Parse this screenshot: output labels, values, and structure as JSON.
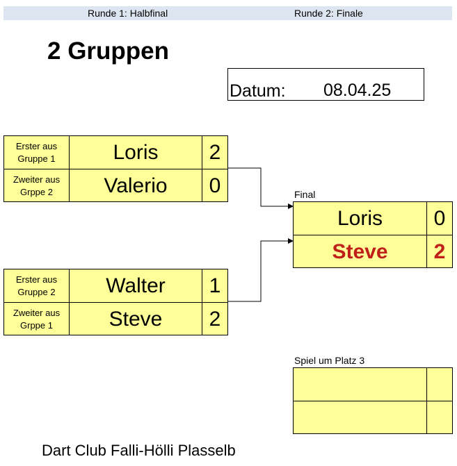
{
  "header": {
    "round1": "Runde 1:  Halbfinal",
    "round2": "Runde 2: Finale"
  },
  "title": "2 Gruppen",
  "date": {
    "label": "Datum:",
    "value": "08.04.25"
  },
  "semifinal1": {
    "player1": {
      "seed": "Erster aus\nGruppe 1",
      "name": "Loris",
      "score": "2"
    },
    "player2": {
      "seed": "Zweiter aus\nGrppe 2",
      "name": "Valerio",
      "score": "0"
    }
  },
  "semifinal2": {
    "player1": {
      "seed": "Erster aus\nGruppe 2",
      "name": "Walter",
      "score": "1"
    },
    "player2": {
      "seed": "Zweiter aus\nGrppe 1",
      "name": "Steve",
      "score": "2"
    }
  },
  "final": {
    "label": "Final",
    "player1": {
      "name": "Loris",
      "score": "0"
    },
    "player2": {
      "name": "Steve",
      "score": "2"
    },
    "winner_color": "#c0201a"
  },
  "third_place": {
    "label": "Spiel um Platz 3",
    "player1": {
      "name": "",
      "score": ""
    },
    "player2": {
      "name": "",
      "score": ""
    }
  },
  "colors": {
    "match_fill": "#ffff99",
    "header_fill": "#dde6f0"
  },
  "footer": "Dart Club Falli-Hölli Plasselb"
}
